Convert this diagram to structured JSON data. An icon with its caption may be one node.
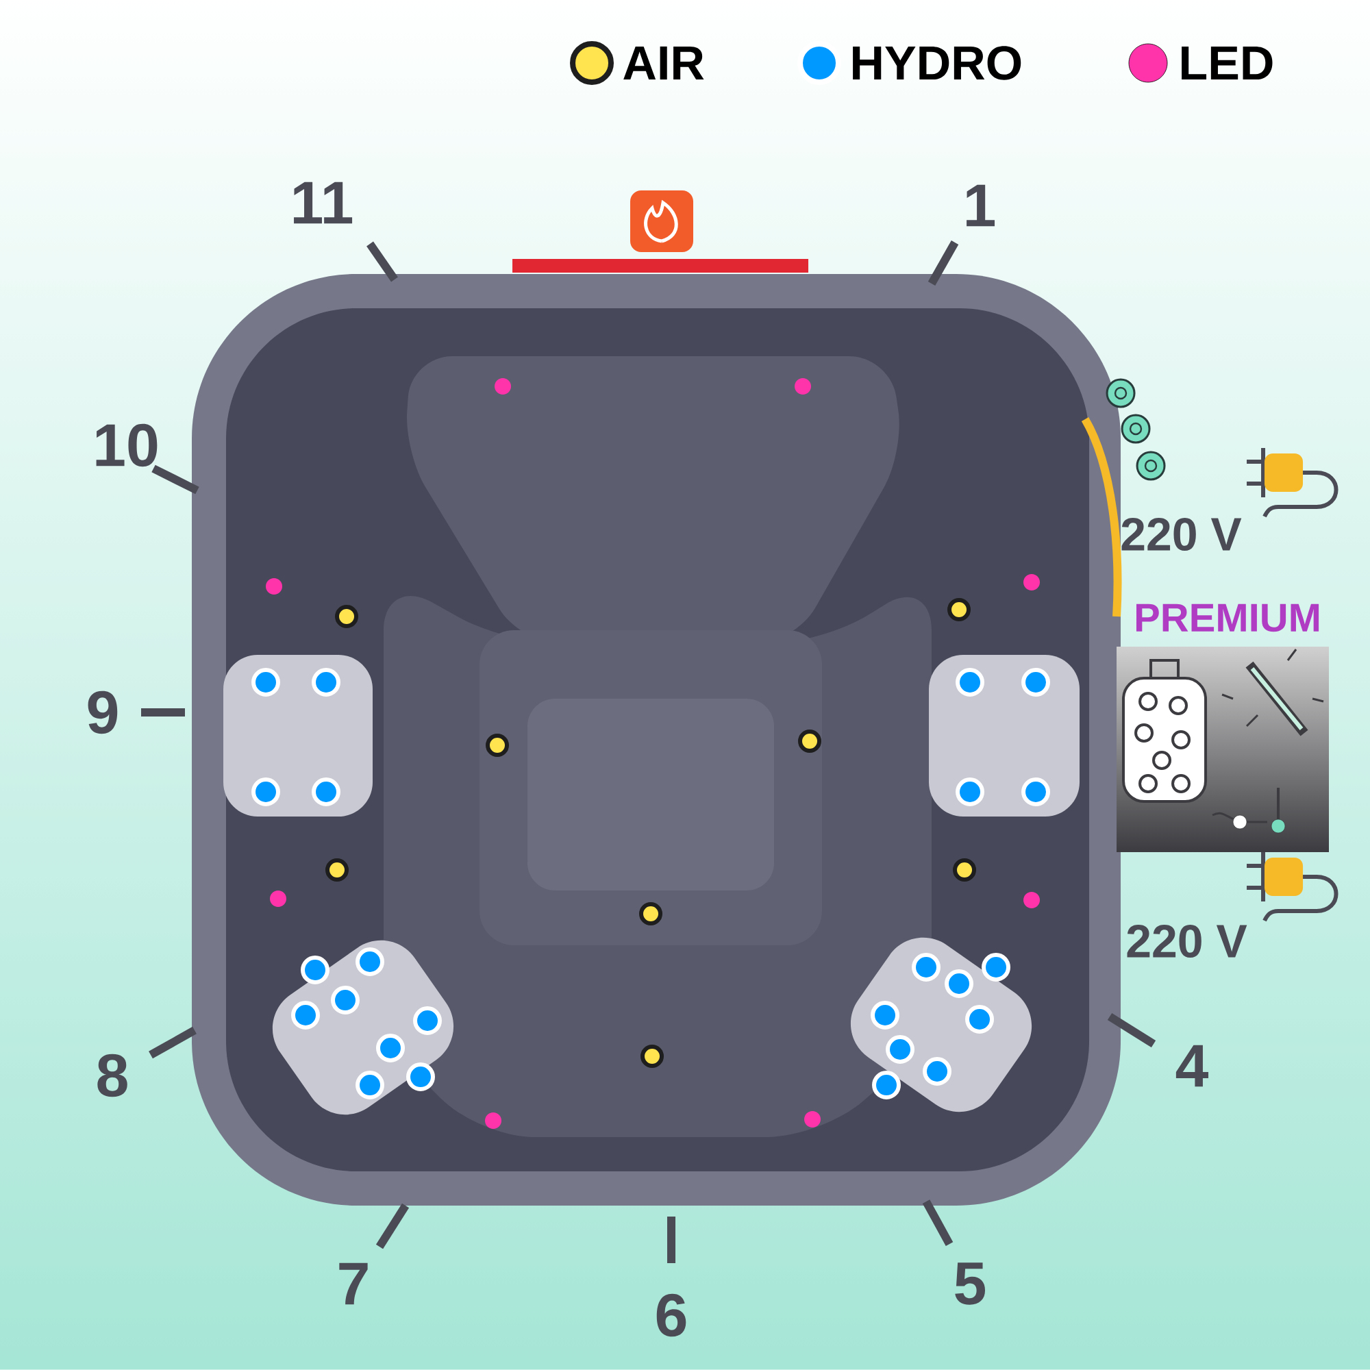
{
  "diagram": {
    "labels": [
      "11",
      "1",
      "10",
      "220 V",
      "PREMIUM",
      "9",
      "220 V",
      "4",
      "8",
      "7",
      "5",
      "6"
    ],
    "legend": [
      {
        "text": "AIR",
        "color": "#ffe34f"
      },
      {
        "text": "HYDRO",
        "color": "#0099ff"
      },
      {
        "text": "LED",
        "color": "#ff33aa"
      }
    ]
  }
}
